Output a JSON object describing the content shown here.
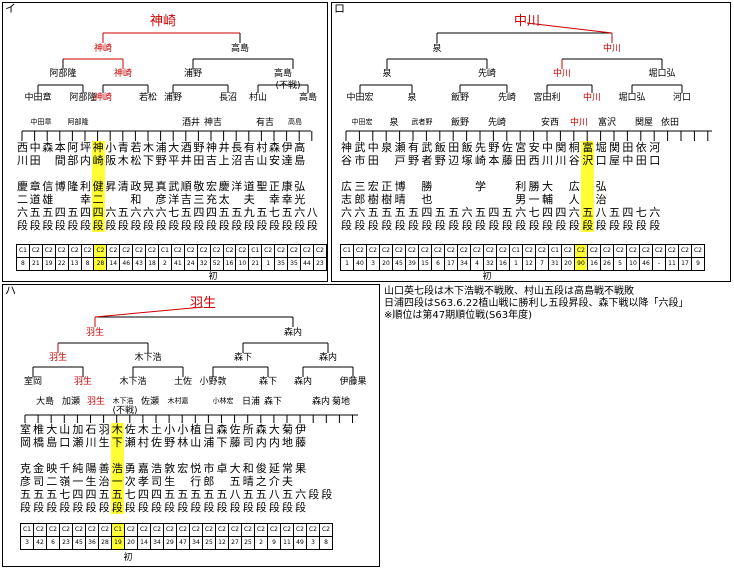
{
  "panels": {
    "i": {
      "label": "イ",
      "champion": "神崎",
      "semis": [
        "神崎",
        "高島"
      ],
      "quarters": [
        "神崎",
        "神崎",
        "浦野",
        "高島"
      ],
      "r16": [
        "阿部隆",
        "神崎",
        "若松",
        "浦野",
        "長沼",
        "村山",
        "高島"
      ],
      "r16_note": "(不戦)",
      "r32": [
        "中田章",
        "阿部隆",
        "神崎",
        "若松",
        "浦野",
        "長沼",
        "村山",
        "高島"
      ],
      "r64": [
        "中田章",
        "阿部隆",
        "神崎",
        "若松",
        "酒井",
        "神吉",
        "有吉",
        "高島"
      ],
      "players": [
        {
          "fam": "西川",
          "given": "慶二",
          "dan": "六段",
          "cls": "C1",
          "rank": "8"
        },
        {
          "fam": "中田",
          "given": "章道",
          "dan": "五段",
          "cls": "C2",
          "rank": "21"
        },
        {
          "fam": "森",
          "given": "信雄",
          "dan": "五段",
          "cls": "C2",
          "rank": "19"
        },
        {
          "fam": "本間",
          "given": "博",
          "dan": "四段",
          "cls": "C2",
          "rank": "22"
        },
        {
          "fam": "阿部",
          "given": "隆",
          "dan": "五段",
          "cls": "C2",
          "rank": "13"
        },
        {
          "fam": "坪内",
          "given": "利幸",
          "dan": "四段",
          "cls": "C2",
          "rank": "8"
        },
        {
          "fam": "神崎",
          "given": "健二",
          "dan": "四段",
          "cls": "C2",
          "rank": "28",
          "hl": true
        },
        {
          "fam": "小阪",
          "given": "昇",
          "dan": "六段",
          "cls": "C2",
          "rank": "14"
        },
        {
          "fam": "青木",
          "given": "清",
          "dan": "五段",
          "cls": "C2",
          "rank": "46"
        },
        {
          "fam": "若松",
          "given": "政和",
          "dan": "六段",
          "cls": "C2",
          "rank": "43"
        },
        {
          "fam": "木下",
          "given": "晃",
          "dan": "六段",
          "cls": "C2",
          "rank": "18"
        },
        {
          "fam": "浦野",
          "given": "真彦",
          "dan": "六段",
          "cls": "C1",
          "rank": "2"
        },
        {
          "fam": "大平",
          "given": "武洋",
          "dan": "七段",
          "cls": "C2",
          "rank": "41"
        },
        {
          "fam": "酒井",
          "given": "順吉",
          "dan": "五段",
          "cls": "C2",
          "rank": "24"
        },
        {
          "fam": "野田",
          "given": "敬三",
          "dan": "四段",
          "cls": "C2",
          "rank": "32"
        },
        {
          "fam": "神吉",
          "given": "宏充",
          "dan": "四段",
          "cls": "C2",
          "rank": "52"
        },
        {
          "fam": "井上",
          "given": "慶太",
          "dan": "五段",
          "cls": "C2",
          "rank": "16"
        },
        {
          "fam": "長沼",
          "given": "洋",
          "dan": "五段",
          "cls": "C2",
          "rank": "10"
        },
        {
          "fam": "有吉",
          "given": "道夫",
          "dan": "九段",
          "cls": "C1",
          "rank": "21"
        },
        {
          "fam": "村山",
          "given": "聖",
          "dan": "五段",
          "cls": "C2",
          "rank": "1"
        },
        {
          "fam": "森安",
          "given": "正幸",
          "dan": "七段",
          "cls": "C2",
          "rank": "35"
        },
        {
          "fam": "伊達",
          "given": "康幸",
          "dan": "五段",
          "cls": "C2",
          "rank": "35"
        },
        {
          "fam": "高島",
          "given": "弘光",
          "dan": "六段",
          "cls": "C2",
          "rank": "44"
        },
        {
          "fam": "",
          "given": "",
          "dan": "八段",
          "cls": "C2",
          "rank": "23"
        }
      ],
      "first_mark": "初"
    },
    "ro": {
      "label": "ロ",
      "champion": "中川",
      "semis": [
        "泉",
        "中川"
      ],
      "quarters": [
        "泉",
        "先崎",
        "中川",
        "堀口弘"
      ],
      "r16": [
        "泉",
        "先崎",
        "中川",
        "堀口弘"
      ],
      "r32": [
        "中田宏",
        "泉",
        "飯野",
        "先崎",
        "宮田利",
        "中川",
        "堀口弘",
        "河口"
      ],
      "r64": [
        "中田宏",
        "泉",
        "武者野",
        "飯野",
        "先崎",
        "安西",
        "中川",
        "富沢",
        "関屋",
        "依田"
      ],
      "players": [
        {
          "fam": "神谷",
          "given": "広志",
          "dan": "六段",
          "cls": "C1",
          "rank": "1"
        },
        {
          "fam": "武市",
          "given": "三郎",
          "dan": "六段",
          "cls": "C2",
          "rank": "40"
        },
        {
          "fam": "中田",
          "given": "宏樹",
          "dan": "五段",
          "cls": "C2",
          "rank": "3"
        },
        {
          "fam": "泉",
          "given": "正樹",
          "dan": "五段",
          "cls": "C2",
          "rank": "20"
        },
        {
          "fam": "瀬戸",
          "given": "博晴",
          "dan": "五段",
          "cls": "C2",
          "rank": "45"
        },
        {
          "fam": "有野",
          "given": "",
          "dan": "五段",
          "cls": "C2",
          "rank": "39"
        },
        {
          "fam": "武者",
          "given": "勝也",
          "dan": "四段",
          "cls": "C2",
          "rank": "15"
        },
        {
          "fam": "飯野",
          "given": "",
          "dan": "五段",
          "cls": "C2",
          "rank": "6"
        },
        {
          "fam": "田辺",
          "given": "",
          "dan": "五段",
          "cls": "C2",
          "rank": "17"
        },
        {
          "fam": "飯塚",
          "given": "",
          "dan": "六段",
          "cls": "C2",
          "rank": "34"
        },
        {
          "fam": "先崎",
          "given": "学",
          "dan": "五段",
          "cls": "C2",
          "rank": "4"
        },
        {
          "fam": "野本",
          "given": "",
          "dan": "四段",
          "cls": "C2",
          "rank": "32"
        },
        {
          "fam": "佐藤",
          "given": "",
          "dan": "五段",
          "cls": "C2",
          "rank": "16"
        },
        {
          "fam": "宮田",
          "given": "利男",
          "dan": "六段",
          "cls": "C1",
          "rank": "1"
        },
        {
          "fam": "安西",
          "given": "勝一",
          "dan": "七段",
          "cls": "C2",
          "rank": "12"
        },
        {
          "fam": "中川",
          "given": "大輔",
          "dan": "四段",
          "cls": "C2",
          "rank": "7"
        },
        {
          "fam": "関川",
          "given": "",
          "dan": "四段",
          "cls": "C1",
          "rank": "31"
        },
        {
          "fam": "桐谷",
          "given": "広人",
          "dan": "六段",
          "cls": "C2",
          "rank": "20"
        },
        {
          "fam": "富沢",
          "given": "",
          "dan": "五段",
          "cls": "C2",
          "rank": "90",
          "hl": true
        },
        {
          "fam": "堀口",
          "given": "弘治",
          "dan": "八段",
          "cls": "C2",
          "rank": "16"
        },
        {
          "fam": "関屋",
          "given": "",
          "dan": "五段",
          "cls": "C2",
          "rank": "26"
        },
        {
          "fam": "田中",
          "given": "",
          "dan": "四段",
          "cls": "C2",
          "rank": "5"
        },
        {
          "fam": "依田",
          "given": "",
          "dan": "七段",
          "cls": "C2",
          "rank": "10"
        },
        {
          "fam": "河口",
          "given": "",
          "dan": "六段",
          "cls": "C2",
          "rank": "46"
        }
      ],
      "extra_ranks": [
        "-",
        "11",
        "17",
        "9"
      ],
      "first_mark": "初"
    },
    "ha": {
      "label": "ハ",
      "champion": "羽生",
      "semis": [
        "羽生",
        "森内"
      ],
      "quarters": [
        "羽生",
        "木下浩",
        "森下",
        "森内"
      ],
      "r16": [
        "室岡",
        "羽生",
        "木下浩",
        "土佐",
        "小野敦",
        "森下",
        "森内",
        "伊藤果"
      ],
      "r32": [
        "大島",
        "加瀬",
        "羽生",
        "木下浩",
        "佐瀬",
        "木村嘉",
        "小林宏",
        "日浦",
        "森下",
        "森内",
        "菊地"
      ],
      "r32_note": "(不戦)",
      "players": [
        {
          "fam": "室岡",
          "given": "克彦",
          "dan": "五段",
          "cls": "C1",
          "rank": "3"
        },
        {
          "fam": "椎橋",
          "given": "金司",
          "dan": "五段",
          "cls": "C2",
          "rank": "42"
        },
        {
          "fam": "大島",
          "given": "映二",
          "dan": "五段",
          "cls": "C2",
          "rank": "6"
        },
        {
          "fam": "山口",
          "given": "千嶺",
          "dan": "七段",
          "cls": "C2",
          "rank": "23"
        },
        {
          "fam": "加瀬",
          "given": "純一",
          "dan": "四段",
          "cls": "C2",
          "rank": "45"
        },
        {
          "fam": "石川",
          "given": "陽生",
          "dan": "四段",
          "cls": "C2",
          "rank": "36"
        },
        {
          "fam": "羽生",
          "given": "善治",
          "dan": "五段",
          "cls": "C2",
          "rank": "28"
        },
        {
          "fam": "木下",
          "given": "浩一",
          "dan": "五段",
          "cls": "C1",
          "rank": "19",
          "hl": true
        },
        {
          "fam": "佐瀬",
          "given": "勇次",
          "dan": "七段",
          "cls": "C2",
          "rank": "20"
        },
        {
          "fam": "木村",
          "given": "嘉孝",
          "dan": "四段",
          "cls": "C2",
          "rank": "14"
        },
        {
          "fam": "土佐",
          "given": "浩司",
          "dan": "四段",
          "cls": "C2",
          "rank": "34"
        },
        {
          "fam": "小野",
          "given": "敦生",
          "dan": "五段",
          "cls": "C2",
          "rank": "29"
        },
        {
          "fam": "小林",
          "given": "宏",
          "dan": "五段",
          "cls": "C2",
          "rank": "47"
        },
        {
          "fam": "植山",
          "given": "悦行",
          "dan": "五段",
          "cls": "C2",
          "rank": "34"
        },
        {
          "fam": "日浦",
          "given": "市郎",
          "dan": "五段",
          "cls": "C2",
          "rank": "25"
        },
        {
          "fam": "森下",
          "given": "卓",
          "dan": "五段",
          "cls": "C2",
          "rank": "12"
        },
        {
          "fam": "佐藤",
          "given": "大五郎",
          "dan": "八段",
          "cls": "C2",
          "rank": "27"
        },
        {
          "fam": "所司",
          "given": "和晴",
          "dan": "五段",
          "cls": "C2",
          "rank": "25"
        },
        {
          "fam": "森内",
          "given": "俊之",
          "dan": "五段",
          "cls": "C2",
          "rank": "2"
        },
        {
          "fam": "大内",
          "given": "延介",
          "dan": "八段",
          "cls": "C2",
          "rank": "9"
        },
        {
          "fam": "菊地",
          "given": "常夫",
          "dan": "五段",
          "cls": "C2",
          "rank": "11"
        },
        {
          "fam": "伊藤",
          "given": "果",
          "dan": "六段",
          "cls": "C2",
          "rank": "49"
        },
        {
          "fam": "",
          "given": "",
          "dan": "段",
          "cls": "C2",
          "rank": "3"
        },
        {
          "fam": "",
          "given": "",
          "dan": "段",
          "cls": "C2",
          "rank": "8"
        }
      ],
      "first_mark": "初"
    }
  },
  "notes": [
    "山口英七段は木下浩戦不戦敗、村山五段は高島戦不戦敗",
    "日浦四段はS63.6.22植山戦に勝利し五段昇段、森下戦以降「六段」",
    "※順位は第47期順位戦(S63年度)"
  ]
}
